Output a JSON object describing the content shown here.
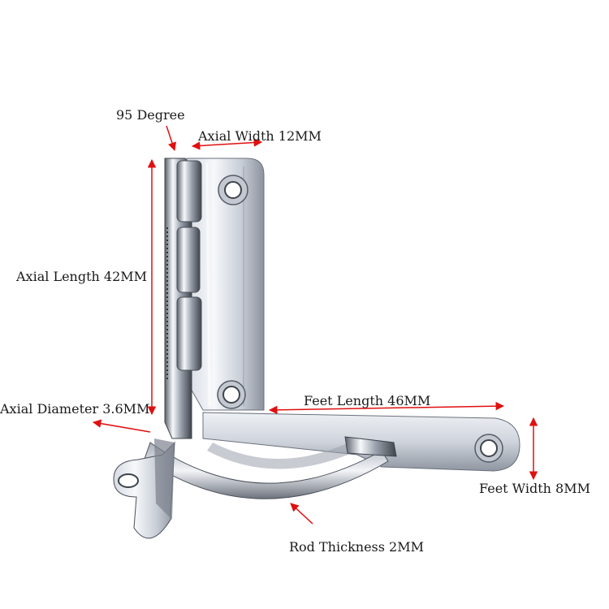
{
  "colors": {
    "annotation_arrow": "#e01010",
    "metal_light": "#f4f6fa",
    "metal_mid": "#b9bec8",
    "metal_dark": "#4a4f58",
    "label_text": "#1a1a1a"
  },
  "labels": {
    "degree": "95 Degree",
    "axial_width": "Axial Width 12MM",
    "axial_length": "Axial Length 42MM",
    "axial_diameter": "Axial Diameter 3.6MM",
    "feet_length": "Feet Length 46MM",
    "feet_width": "Feet Width 8MM",
    "rod_thickness": "Rod Thickness 2MM"
  }
}
